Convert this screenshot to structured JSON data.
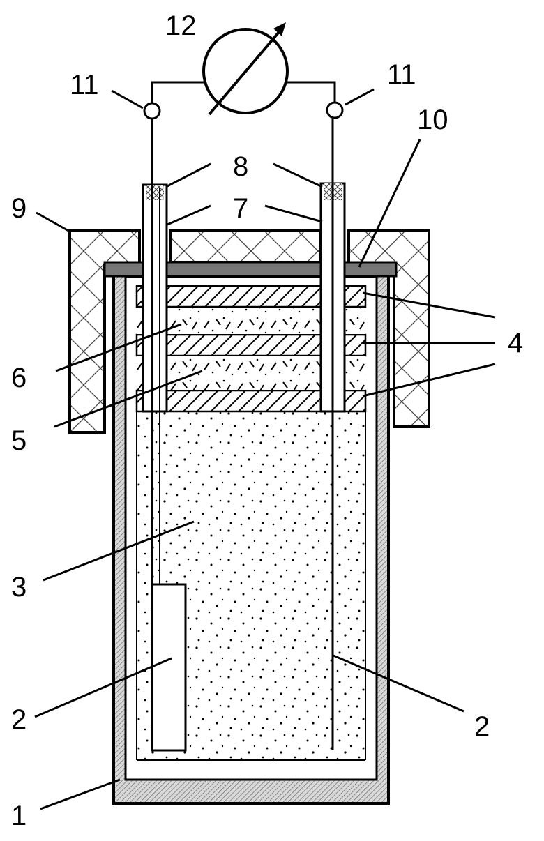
{
  "labels": {
    "l1": "1",
    "l2a": "2",
    "l2b": "2",
    "l3": "3",
    "l4": "4",
    "l5": "5",
    "l6": "6",
    "l7": "7",
    "l8": "8",
    "l9": "9",
    "l10": "10",
    "l11a": "11",
    "l11b": "11",
    "l12": "12"
  },
  "colors": {
    "line": "#000000",
    "wall_hatch": "#888888",
    "cap_plate": "#777777",
    "background": "#ffffff"
  }
}
